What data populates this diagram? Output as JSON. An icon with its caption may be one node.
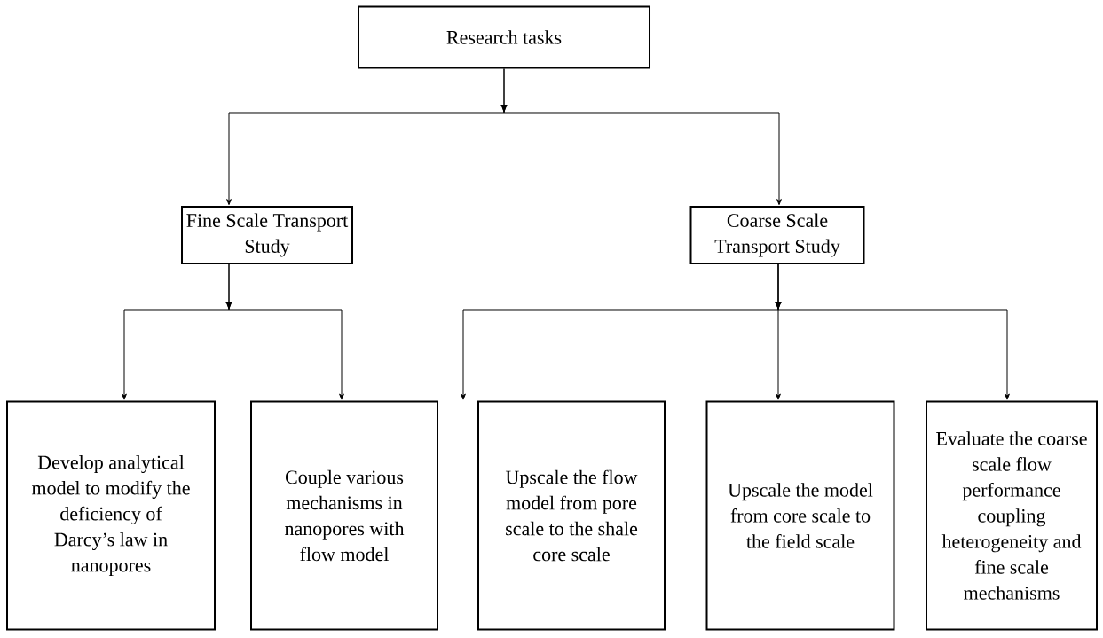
{
  "diagram": {
    "nodes": [
      {
        "text": [
          "Research tasks"
        ]
      },
      {
        "text": [
          "Fine Scale Transport Study"
        ]
      },
      {
        "text": [
          "Coarse Scale Transport Study"
        ]
      },
      {
        "text": [
          "Develop analytical model to modify the deficiency of Darcy’s law in nanopores"
        ]
      },
      {
        "text": [
          "Couple various mechanisms in nanopores with flow model"
        ]
      },
      {
        "text": [
          "Upscale the flow model from pore scale to the shale core scale"
        ]
      },
      {
        "text": [
          "Upscale the model from core scale to the field scale"
        ]
      },
      {
        "text": [
          "Evaluate the coarse scale flow performance coupling heterogeneity and fine scale mechanisms"
        ]
      }
    ],
    "edges": [
      {
        "from": 0,
        "to": 1,
        "arrow": "to"
      },
      {
        "from": 0,
        "to": 2,
        "arrow": "to"
      },
      {
        "from": 1,
        "to": 3,
        "arrow": "to"
      },
      {
        "from": 1,
        "to": 4,
        "arrow": "to"
      },
      {
        "from": 2,
        "to": 5,
        "arrow": "to"
      },
      {
        "from": 2,
        "to": 6,
        "arrow": "to"
      },
      {
        "from": 2,
        "to": 7,
        "arrow": "to"
      }
    ]
  }
}
